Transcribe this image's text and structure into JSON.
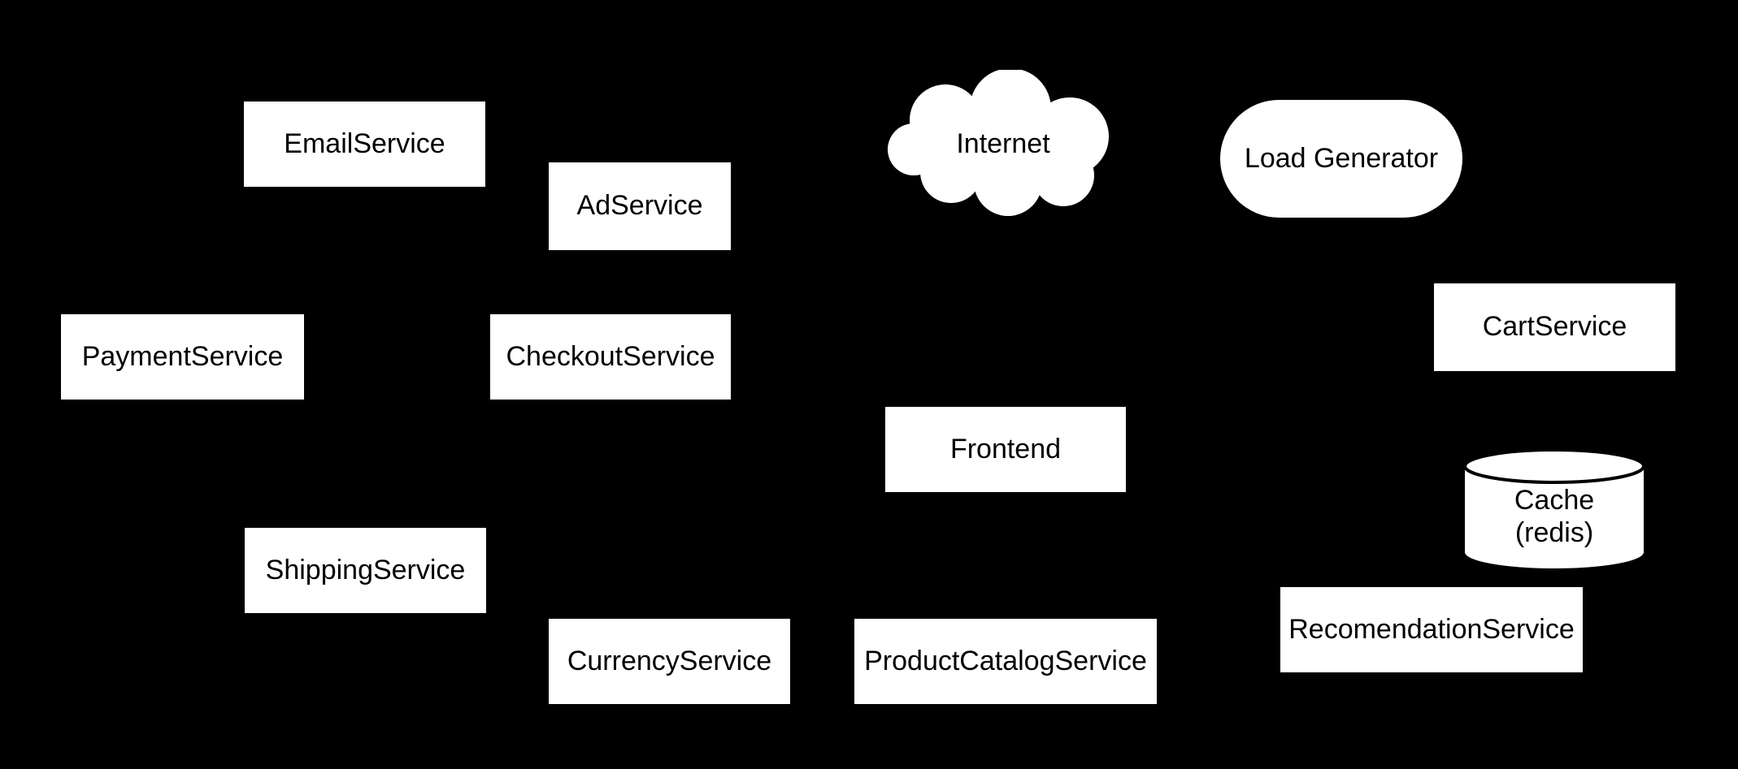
{
  "diagram": {
    "background_color": "#000000",
    "node_fill_color": "#ffffff",
    "node_text_color": "#000000",
    "nodes": {
      "email_service": {
        "label": "EmailService",
        "shape": "rectangle"
      },
      "ad_service": {
        "label": "AdService",
        "shape": "rectangle"
      },
      "internet": {
        "label": "Internet",
        "shape": "cloud"
      },
      "load_generator": {
        "label": "Load Generator",
        "shape": "stadium"
      },
      "payment_service": {
        "label": "PaymentService",
        "shape": "rectangle"
      },
      "checkout_service": {
        "label": "CheckoutService",
        "shape": "rectangle"
      },
      "cart_service": {
        "label": "CartService",
        "shape": "rectangle"
      },
      "frontend": {
        "label": "Frontend",
        "shape": "rectangle"
      },
      "cache": {
        "label_line1": "Cache",
        "label_line2": "(redis)",
        "shape": "cylinder"
      },
      "shipping_service": {
        "label": "ShippingService",
        "shape": "rectangle"
      },
      "currency_service": {
        "label": "CurrencyService",
        "shape": "rectangle"
      },
      "product_catalog_service": {
        "label": "ProductCatalogService",
        "shape": "rectangle"
      },
      "recomendation_service": {
        "label": "RecomendationService",
        "shape": "rectangle"
      }
    }
  }
}
